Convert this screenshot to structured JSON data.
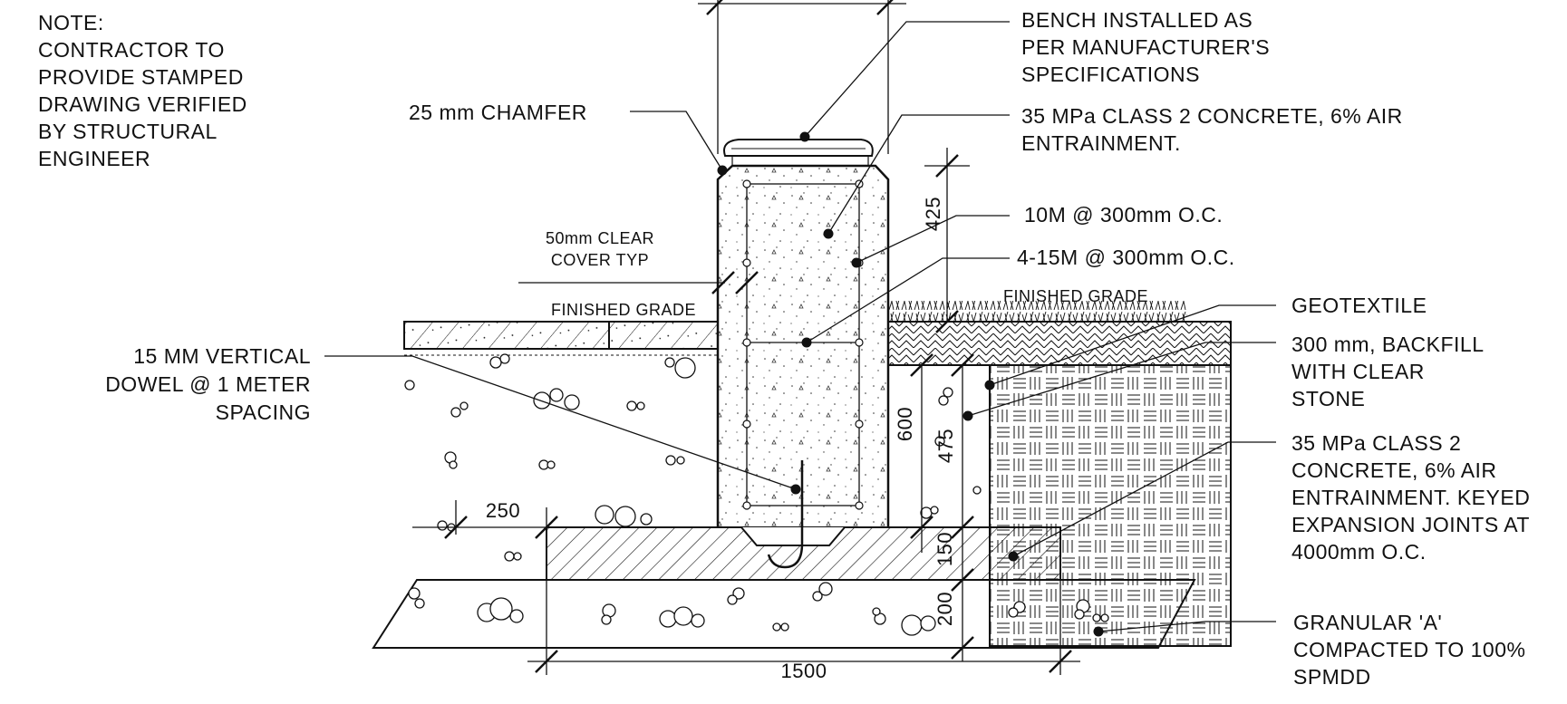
{
  "note": {
    "title": "NOTE:",
    "lines": [
      "CONTRACTOR TO",
      "PROVIDE STAMPED",
      "DRAWING VERIFIED",
      "BY STRUCTURAL",
      "ENGINEER"
    ]
  },
  "callouts": {
    "chamfer": "25 mm CHAMFER",
    "bench": [
      "BENCH INSTALLED AS",
      "PER MANUFACTURER'S",
      "SPECIFICATIONS"
    ],
    "concrete_top": [
      "35 MPa CLASS 2 CONCRETE, 6% AIR",
      "ENTRAINMENT."
    ],
    "rebar_10m": "10M @ 300mm O.C.",
    "rebar_15m": "4-15M @ 300mm O.C.",
    "clear_cover": [
      "50mm CLEAR",
      "COVER TYP"
    ],
    "finished_grade_left": "FINISHED GRADE",
    "finished_grade_right": "FINISHED GRADE",
    "geotextile": "GEOTEXTILE",
    "backfill": [
      "300 mm, BACKFILL",
      "WITH CLEAR",
      "STONE"
    ],
    "dowel": [
      "15 MM VERTICAL",
      "DOWEL @ 1 METER",
      "SPACING"
    ],
    "concrete_footing": [
      "35 MPa CLASS 2",
      "CONCRETE, 6% AIR",
      "ENTRAINMENT. KEYED",
      "EXPANSION JOINTS AT",
      "4000mm O.C."
    ],
    "granular": [
      "GRANULAR 'A'",
      "COMPACTED TO 100%",
      "SPMDD"
    ]
  },
  "dimensions": {
    "d425": "425",
    "d600": "600",
    "d475": "475",
    "d150": "150",
    "d200": "200",
    "d250": "250",
    "d1500": "1500"
  }
}
